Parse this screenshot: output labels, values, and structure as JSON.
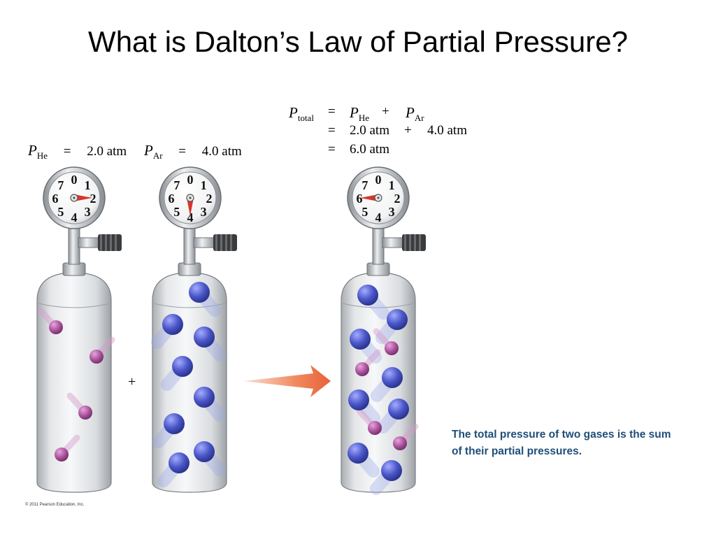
{
  "title": "What is Dalton’s Law of Partial Pressure?",
  "equation_he": {
    "symbol": "P",
    "sub": "He",
    "eq": "=",
    "value": "2.0 atm"
  },
  "equation_ar": {
    "symbol": "P",
    "sub": "Ar",
    "eq": "=",
    "value": "4.0 atm"
  },
  "equation_total": {
    "line1": {
      "lhs": "P",
      "lhs_sub": "total",
      "eq": "=",
      "t1": "P",
      "t1_sub": "He",
      "op": "+",
      "t2": "P",
      "t2_sub": "Ar"
    },
    "line2": {
      "eq": "=",
      "v1": "2.0 atm",
      "op": "+",
      "v2": "4.0 atm"
    },
    "line3": {
      "eq": "=",
      "v": "6.0 atm"
    }
  },
  "plus_symbol": "+",
  "caption": "The total pressure of two gases is the sum of their partial pressures.",
  "copyright": "© 2011 Pearson Education, Inc.",
  "gauge_numbers": [
    "0",
    "1",
    "2",
    "3",
    "4",
    "5",
    "6",
    "7"
  ],
  "gauges": [
    {
      "id": "he",
      "reading": 2
    },
    {
      "id": "ar",
      "reading": 4
    },
    {
      "id": "total",
      "reading": 6
    }
  ],
  "colors": {
    "title_text": "#000000",
    "caption_text": "#1f4e79",
    "helium_particle": "#a8509a",
    "argon_particle": "#4a56c8",
    "needle": "#d8352a",
    "arrow": "#e8603a"
  }
}
